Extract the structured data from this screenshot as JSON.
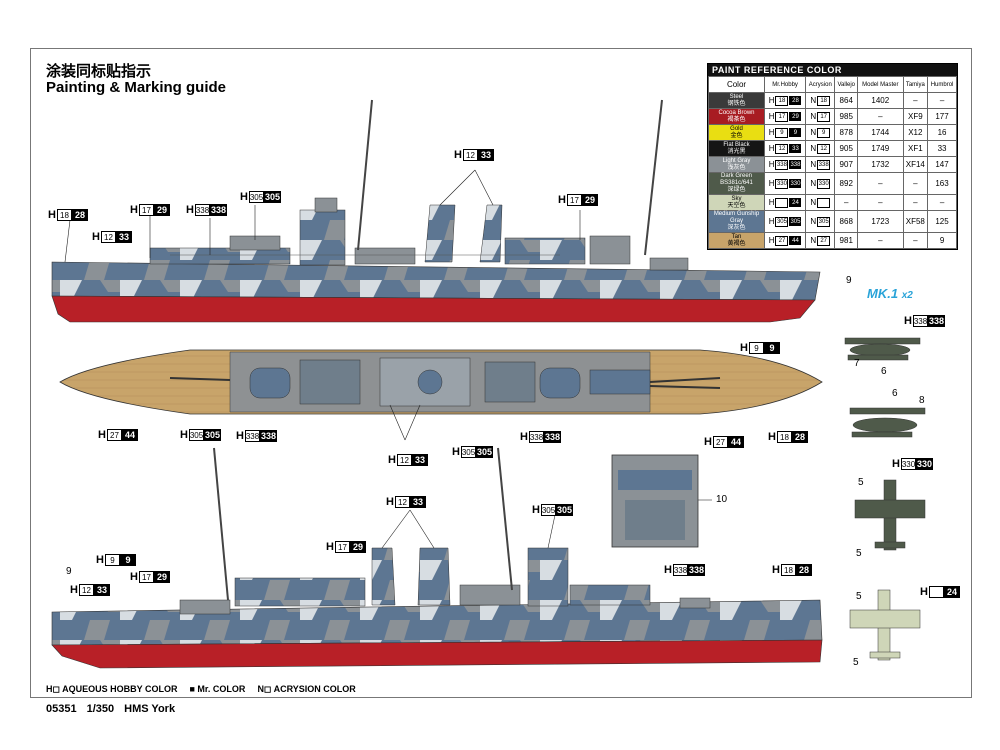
{
  "header": {
    "title_cn": "涂装同标贴指示",
    "title_en": "Painting & Marking guide"
  },
  "paint_table": {
    "title": "PAINT  REFERENCE COLOR",
    "columns": [
      "Color",
      "Mr.Hobby",
      "Acrysion",
      "Vallejo",
      "Model Master",
      "Tamiya",
      "Humbrol"
    ],
    "rows": [
      {
        "name": "Steel",
        "name_cn": "钢铁色",
        "hex": "#3a3a3a",
        "hobby_h": "18",
        "hobby_code": "28",
        "acrysion": "18",
        "vallejo": "864",
        "model_master": "1402",
        "tamiya": "–",
        "humbrol": "–"
      },
      {
        "name": "Cocoa Brown",
        "name_cn": "褐茶色",
        "hex": "#a81c22",
        "hobby_h": "17",
        "hobby_code": "29",
        "acrysion": "17",
        "vallejo": "985",
        "model_master": "–",
        "tamiya": "XF9",
        "humbrol": "177"
      },
      {
        "name": "Gold",
        "name_cn": "金色",
        "hex": "#e9de12",
        "hobby_h": "9",
        "hobby_code": "9",
        "acrysion": "9",
        "vallejo": "878",
        "model_master": "1744",
        "tamiya": "X12",
        "humbrol": "16"
      },
      {
        "name": "Flat Black",
        "name_cn": "消光黑",
        "hex": "#151515",
        "hobby_h": "12",
        "hobby_code": "33",
        "acrysion": "12",
        "vallejo": "905",
        "model_master": "1749",
        "tamiya": "XF1",
        "humbrol": "33"
      },
      {
        "name": "Light Gray",
        "name_cn": "浅灰色",
        "hex": "#8b9196",
        "hobby_h": "338",
        "hobby_code": "338",
        "acrysion": "338",
        "vallejo": "907",
        "model_master": "1732",
        "tamiya": "XF14",
        "humbrol": "147"
      },
      {
        "name": "Dark Green BS381c/641",
        "name_cn": "深绿色",
        "hex": "#4f5a4a",
        "hobby_h": "330",
        "hobby_code": "330",
        "acrysion": "330",
        "vallejo": "892",
        "model_master": "–",
        "tamiya": "–",
        "humbrol": "163"
      },
      {
        "name": "Sky",
        "name_cn": "天空色",
        "hex": "#cfd6b8",
        "hobby_h": "",
        "hobby_code": "24",
        "acrysion": "",
        "vallejo": "–",
        "model_master": "–",
        "tamiya": "–",
        "humbrol": "–"
      },
      {
        "name": "Medium Gunship Gray",
        "name_cn": "深灰色",
        "hex": "#5d7692",
        "hobby_h": "305",
        "hobby_code": "305",
        "acrysion": "305",
        "vallejo": "868",
        "model_master": "1723",
        "tamiya": "XF58",
        "humbrol": "125"
      },
      {
        "name": "Tan",
        "name_cn": "黄褐色",
        "hex": "#c8a46a",
        "hobby_h": "27",
        "hobby_code": "44",
        "acrysion": "27",
        "vallejo": "981",
        "model_master": "–",
        "tamiya": "–",
        "humbrol": "9"
      }
    ]
  },
  "aircraft": {
    "title": "MK.1",
    "multiplier": "x2"
  },
  "callouts": {
    "c1": {
      "h": "H",
      "box": "18",
      "code": "28"
    },
    "c2": {
      "h": "H",
      "box": "12",
      "code": "33"
    },
    "c3": {
      "h": "H",
      "box": "17",
      "code": "29"
    },
    "c4": {
      "h": "H",
      "box": "338",
      "code": "338"
    },
    "c5": {
      "h": "H",
      "box": "305",
      "code": "305"
    },
    "c6": {
      "h": "H",
      "box": "12",
      "code": "33"
    },
    "c7": {
      "h": "H",
      "box": "17",
      "code": "29"
    },
    "c8": {
      "h": "H",
      "box": "9",
      "code": "9"
    },
    "c9": {
      "h": "H",
      "box": "27",
      "code": "44"
    },
    "c10": {
      "h": "H",
      "box": "305",
      "code": "305"
    },
    "c11": {
      "h": "H",
      "box": "338",
      "code": "338"
    },
    "c12": {
      "h": "H",
      "box": "12",
      "code": "33"
    },
    "c13": {
      "h": "H",
      "box": "305",
      "code": "305"
    },
    "c14": {
      "h": "H",
      "box": "338",
      "code": "338"
    },
    "c15": {
      "h": "H",
      "box": "27",
      "code": "44"
    },
    "c16": {
      "h": "H",
      "box": "18",
      "code": "28"
    },
    "c17": {
      "h": "H",
      "box": "12",
      "code": "33"
    },
    "c18": {
      "h": "H",
      "box": "305",
      "code": "305"
    },
    "c19": {
      "h": "H",
      "box": "17",
      "code": "29"
    },
    "c20": {
      "h": "H",
      "box": "9",
      "code": "9"
    },
    "c21": {
      "h": "H",
      "box": "12",
      "code": "33"
    },
    "c22": {
      "h": "H",
      "box": "17",
      "code": "29"
    },
    "c23": {
      "h": "H",
      "box": "338",
      "code": "338"
    },
    "c24": {
      "h": "H",
      "box": "18",
      "code": "28"
    },
    "c25": {
      "h": "H",
      "box": "338",
      "code": "338"
    },
    "c26": {
      "h": "H",
      "box": "330",
      "code": "330"
    },
    "c27": {
      "h": "H",
      "box": "",
      "code": "24"
    }
  },
  "numbers": {
    "n9a": "9",
    "n9b": "9",
    "n10": "10",
    "n7": "7",
    "n6a": "6",
    "n6b": "6",
    "n8": "8",
    "n5a": "5",
    "n5b": "5",
    "n5c": "5",
    "n5d": "5"
  },
  "legend": {
    "hobby": "AQUEOUS HOBBY COLOR",
    "mr": "Mr. COLOR",
    "acr": "ACRYSION COLOR"
  },
  "footer": {
    "code": "05351",
    "scale": "1/350",
    "name": "HMS York"
  },
  "colors": {
    "hull_red": "#b82027",
    "camo_blue": "#5d7692",
    "camo_light": "#d7dde2",
    "camo_gray": "#8b9196",
    "deck_tan": "#c8a46a",
    "mk_blue": "#29a3d8"
  }
}
